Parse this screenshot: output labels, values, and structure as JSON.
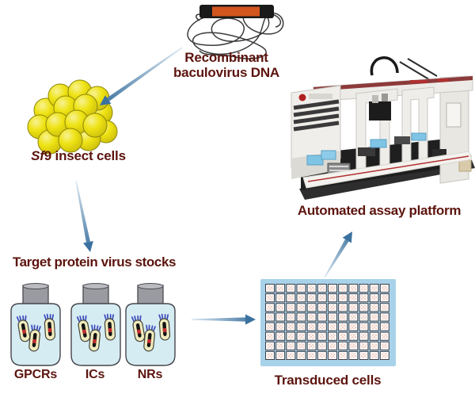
{
  "labels": {
    "dna_line1": "Recombinant",
    "dna_line2": "baculovirus DNA",
    "sf9_italic": "Sf",
    "sf9_rest": "9 insect cells",
    "virus_stocks_title": "Target protein virus stocks",
    "bottles": [
      "GPCRs",
      "ICs",
      "NRs"
    ],
    "plate_label": "Transduced cells",
    "platform_label": "Automated assay platform"
  },
  "plate": {
    "rows": 8,
    "cols": 12
  },
  "colors": {
    "label_text": "#5c140e",
    "arrow_dark": "#3b719e",
    "arrow_light": "#dce9f3",
    "cell_yellow": "#eee313",
    "bottle_fill": "#d6ecf3",
    "bottle_cap": "#9a9aa1",
    "plate_fill": "#a8d2e9",
    "well_speckle": "#f0cfc6",
    "cassette_orange": "#d2561e",
    "virus_spike_blue": "#3a49bb",
    "virus_band_red": "#c22f2f"
  }
}
